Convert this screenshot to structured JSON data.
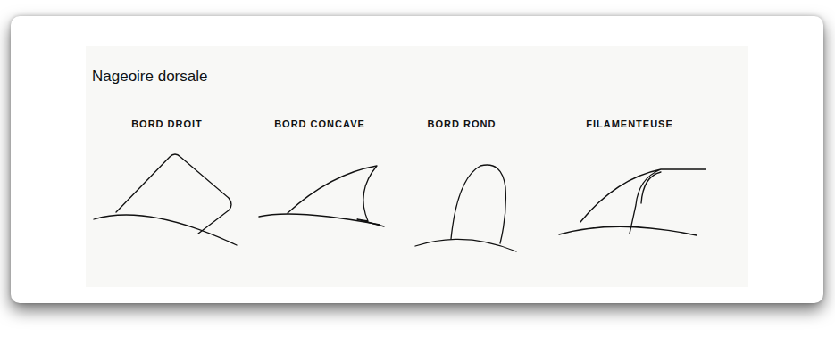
{
  "diagram": {
    "title": "Nageoire dorsale",
    "labels": [
      "BORD DROIT",
      "BORD CONCAVE",
      "BORD ROND",
      "FILAMENTEUSE"
    ]
  }
}
